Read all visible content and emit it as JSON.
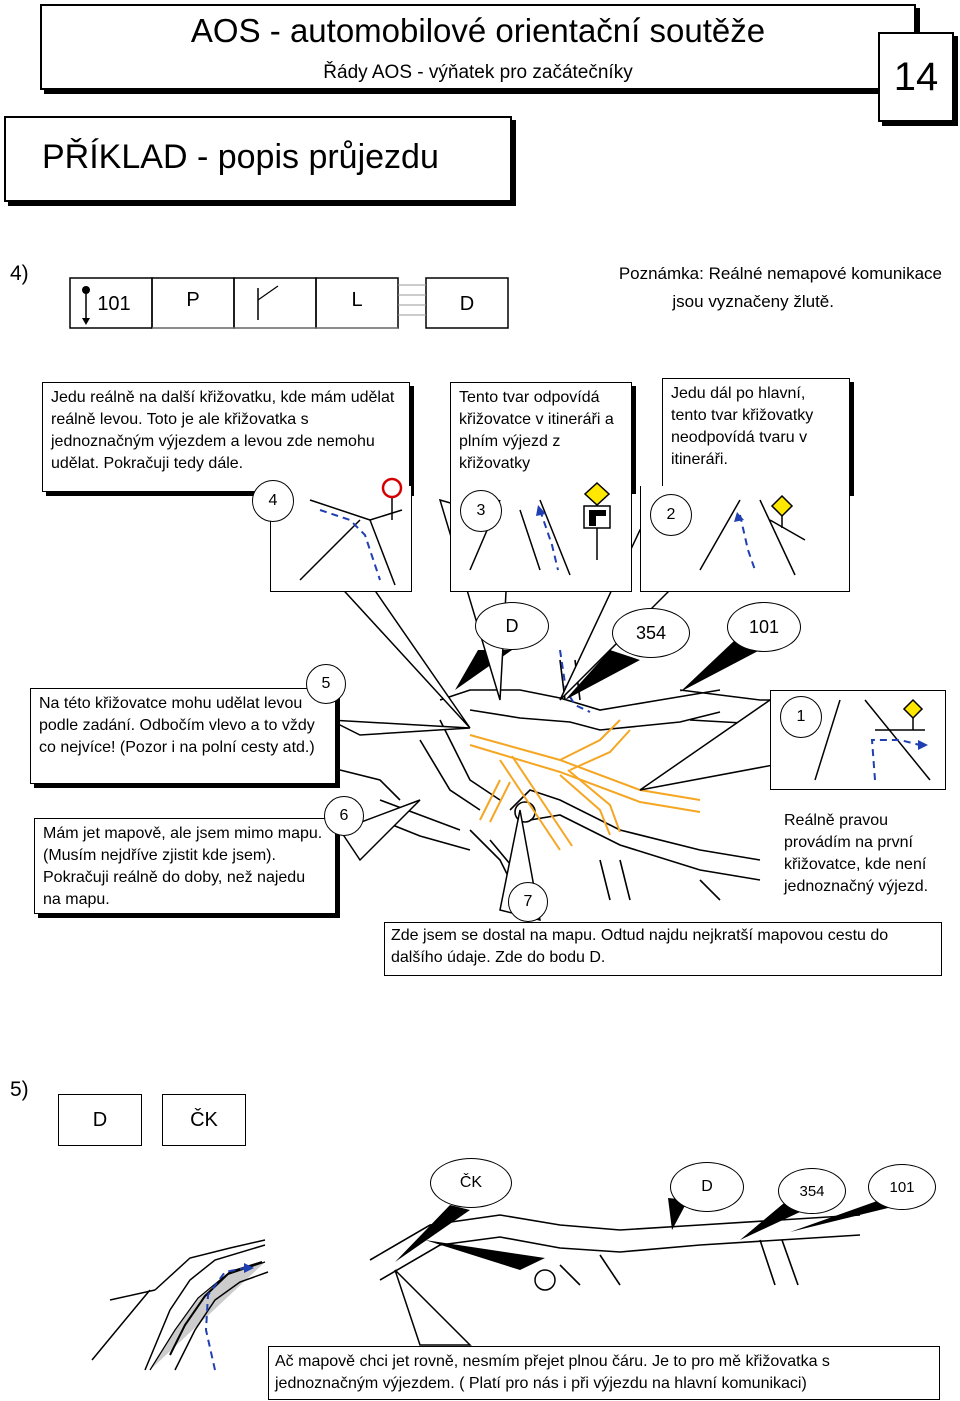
{
  "header": {
    "title": "AOS - automobilové orientační soutěže",
    "subtitle": "Řády AOS - výňatek pro začátečníky",
    "page_number": "14"
  },
  "section_title": "PŘÍKLAD - popis průjezdu",
  "example4": {
    "label": "4)",
    "itinerary": [
      "101",
      "P",
      "L",
      "D"
    ],
    "note_line1": "Poznámka: Reálné nemapové komunikace",
    "note_line2": "jsou vyznačeny žlutě.",
    "callout_4": "Jedu reálně na další křižovatku, kde mám udělat reálně levou. Toto je ale křižovatka s jednoznačným výjezdem a levou zde nemohu udělat. Pokračuji tedy dále.",
    "callout_3": "Tento tvar odpovídá křižovatce v itineráři a plním výjezd z křižovatky",
    "callout_2": "Jedu dál po hlavní, tento tvar křižovatky neodpovídá tvaru v itineráři.",
    "callout_5": "Na této křižovatce mohu udělat levou podle zadání. Odbočím vlevo a to vždy co nejvíce! (Pozor i na polní cesty atd.)",
    "callout_6": "Mám jet mapově, ale jsem mimo mapu. (Musím nejdříve zjistit kde jsem). Pokračuji reálně do doby, než najedu na mapu.",
    "callout_1": "Reálně pravou provádím na první křižovatce, kde není jednoznačný výjezd.",
    "callout_7": "Zde jsem se dostal na mapu. Odtud najdu nejkratší mapovou cestu do dalšího údaje. Zde do bodu D.",
    "markers": {
      "m1": "1",
      "m2": "2",
      "m3": "3",
      "m4": "4",
      "m5": "5",
      "m6": "6",
      "m7": "7"
    },
    "bubbles": {
      "d": "D",
      "b354": "354",
      "b101": "101"
    }
  },
  "example5": {
    "label": "5)",
    "itinerary": [
      "D",
      "ČK"
    ],
    "bubbles": {
      "ck": "ČK",
      "d": "D",
      "b354": "354",
      "b101": "101"
    },
    "callout": "Ač mapově chci jet rovně, nesmím přejet plnou čáru. Je to pro mě křižovatka s jednoznačným výjezdem. ( Platí pro nás i při výjezdu na hlavní komunikaci)"
  },
  "colors": {
    "yellow_road": "#f5a623",
    "route_blue": "#1f3fb3",
    "sign_yellow": "#ffe800",
    "stop_red": "#d40000"
  }
}
